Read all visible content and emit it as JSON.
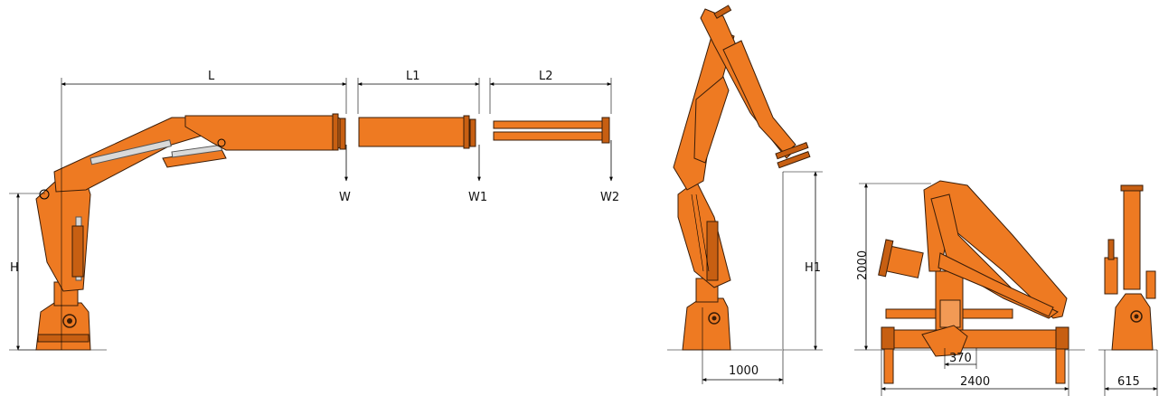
{
  "side_view": {
    "dimensions": {
      "L": "L",
      "L1": "L1",
      "L2": "L2",
      "H": "H"
    },
    "loads": {
      "W": "W",
      "W1": "W1",
      "W2": "W2"
    }
  },
  "raised_view": {
    "dimensions": {
      "H1": "H1",
      "reach": "1000"
    }
  },
  "stowed_view": {
    "dimensions": {
      "height": "2000",
      "offset": "370",
      "width": "2400"
    }
  },
  "end_view": {
    "dimensions": {
      "depth": "615"
    }
  },
  "colors": {
    "body": "#ee7a22",
    "shadow": "#c75f12",
    "outline": "#3a1d08"
  }
}
